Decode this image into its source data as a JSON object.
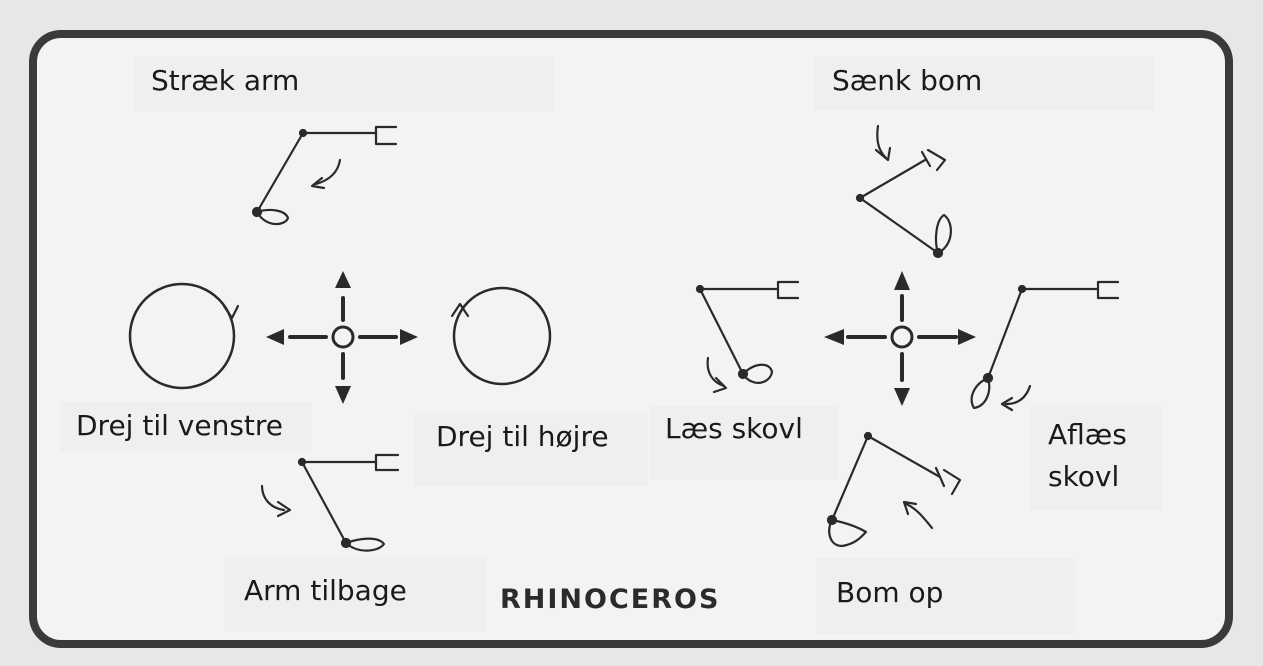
{
  "labels": {
    "extend_arm": "Stræk arm",
    "lower_boom": "Sænk bom",
    "turn_left": "Drej til venstre",
    "turn_right": "Drej til højre",
    "load_bucket": "Læs skovl",
    "unload_bucket_line1": "Aflæs",
    "unload_bucket_line2": "skovl",
    "arm_back": "Arm tilbage",
    "boom_up": "Bom op"
  },
  "brand": "RHINOCEROS"
}
